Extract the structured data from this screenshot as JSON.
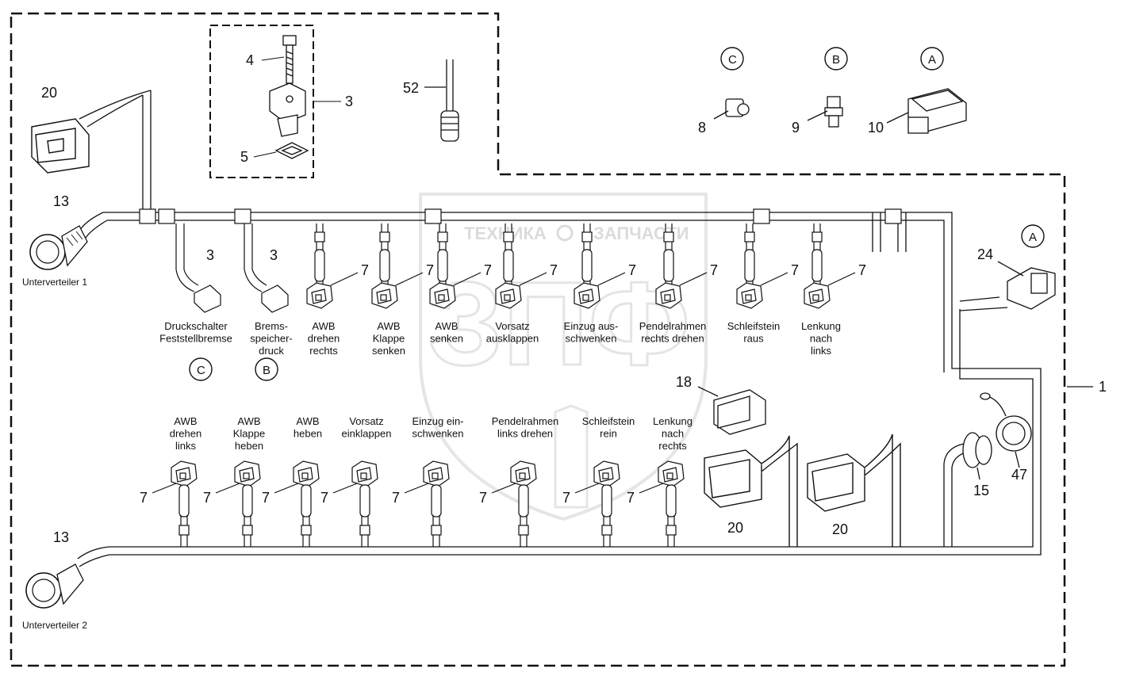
{
  "watermark": {
    "line1": "ТЕХНИКА",
    "line2": "ЗАПЧАСТИ",
    "logo": "ЗПФ"
  },
  "assembly_number": "1",
  "sub_distributors": {
    "one": "Unterverteiler 1",
    "two": "Unterverteiler 2"
  },
  "callouts": {
    "n20": "20",
    "n13": "13",
    "n3": "3",
    "n4": "4",
    "n5": "5",
    "n52": "52",
    "n8": "8",
    "n9": "9",
    "n10": "10",
    "n24": "24",
    "n18": "18",
    "n15": "15",
    "n47": "47",
    "n7": "7"
  },
  "circle_refs": {
    "a": "A",
    "b": "B",
    "c": "C"
  },
  "top_connectors": [
    {
      "lines": [
        "AWB",
        "drehen",
        "rechts"
      ]
    },
    {
      "lines": [
        "AWB",
        "Klappe",
        "senken"
      ]
    },
    {
      "lines": [
        "AWB",
        "senken"
      ]
    },
    {
      "lines": [
        "Vorsatz",
        "ausklappen"
      ]
    },
    {
      "lines": [
        "Einzug aus-",
        "schwenken"
      ]
    },
    {
      "lines": [
        "Pendelrahmen",
        "rechts drehen"
      ]
    },
    {
      "lines": [
        "Schleifstein",
        "raus"
      ]
    },
    {
      "lines": [
        "Lenkung",
        "nach",
        "links"
      ]
    }
  ],
  "pressure_switches": [
    {
      "lines": [
        "Druckschalter",
        "Feststellbremse"
      ]
    },
    {
      "lines": [
        "Brems-",
        "speicher-",
        "druck"
      ]
    }
  ],
  "bottom_connectors": [
    {
      "lines": [
        "AWB",
        "drehen",
        "links"
      ]
    },
    {
      "lines": [
        "AWB",
        "Klappe",
        "heben"
      ]
    },
    {
      "lines": [
        "AWB",
        "heben"
      ]
    },
    {
      "lines": [
        "Vorsatz",
        "einklappen"
      ]
    },
    {
      "lines": [
        "Einzug ein-",
        "schwenken"
      ]
    },
    {
      "lines": [
        "Pendelrahmen",
        "links drehen"
      ]
    },
    {
      "lines": [
        "Schleifstein",
        "rein"
      ]
    },
    {
      "lines": [
        "Lenkung",
        "nach",
        "rechts"
      ]
    }
  ]
}
